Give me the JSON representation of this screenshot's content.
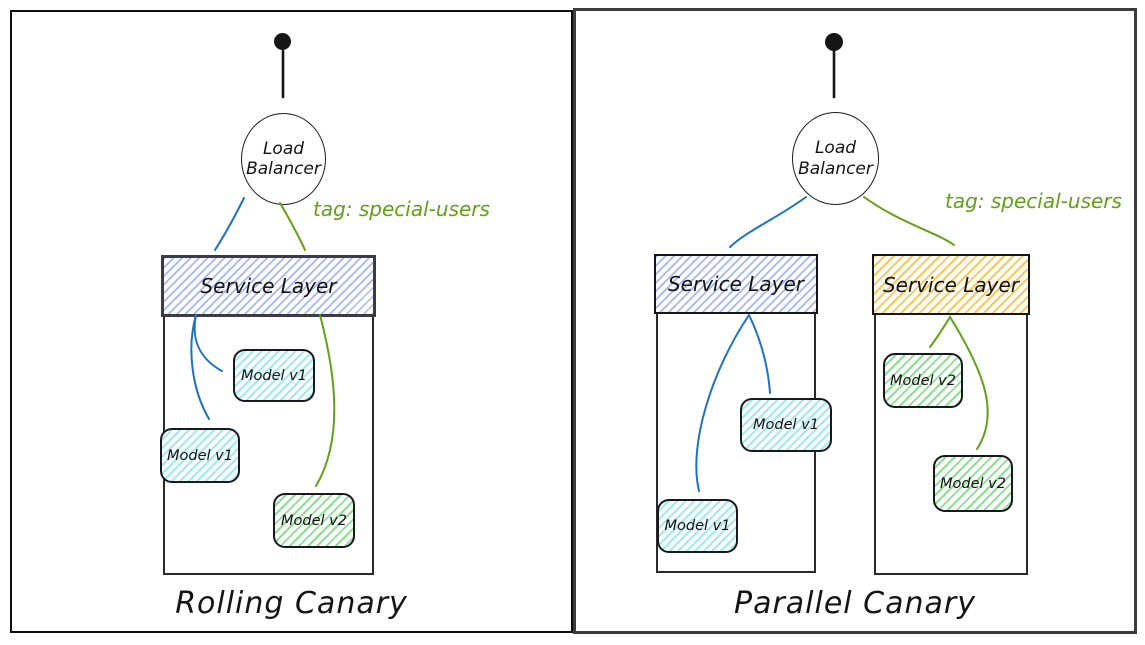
{
  "colors": {
    "black": "#161616",
    "blue": "#1e72c2",
    "green": "#61a017",
    "blue_hatch": "#a6b7f0",
    "cyan_hatch": "#a5e8f2",
    "green_hatch": "#8ce093",
    "orange_hatch": "#f3c865"
  },
  "rolling": {
    "caption": "Rolling Canary",
    "load_balancer_line1": "Load",
    "load_balancer_line2": "Balancer",
    "tag_label": "tag: special-users",
    "service_layer": "Service Layer",
    "model_a": "Model v1",
    "model_b": "Model v1",
    "model_c": "Model v2"
  },
  "parallel": {
    "caption": "Parallel Canary",
    "load_balancer_line1": "Load",
    "load_balancer_line2": "Balancer",
    "tag_label": "tag: special-users",
    "service_layer_stable": "Service Layer",
    "service_layer_canary": "Service Layer",
    "model_a": "Model v1",
    "model_b": "Model v1",
    "model_c": "Model v2",
    "model_d": "Model v2"
  }
}
